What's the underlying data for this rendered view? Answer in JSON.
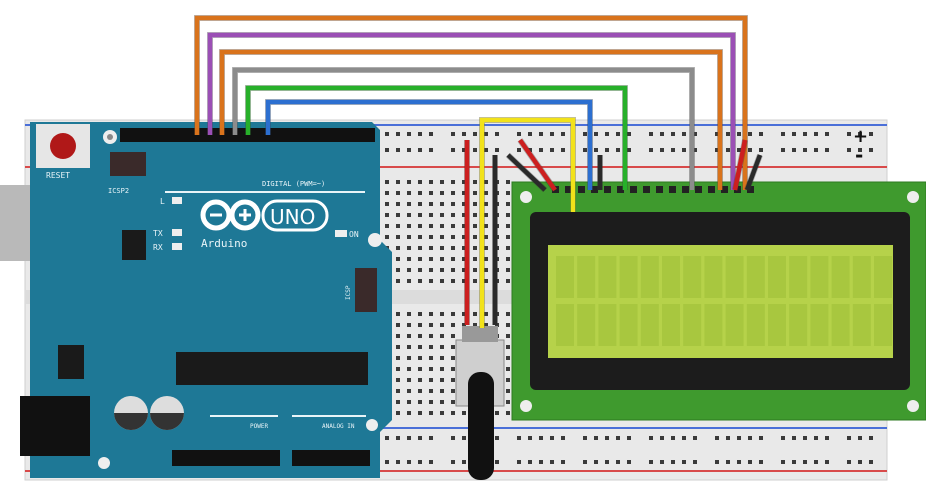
{
  "arduino": {
    "reset_label": "RESET",
    "icsp2_label": "ICSP2",
    "icsp_label": "ICSP",
    "led_l": "L",
    "led_tx": "TX",
    "led_rx": "RX",
    "led_on": "ON",
    "brand": "Arduino",
    "model": "UNO",
    "digital_label": "DIGITAL (PWM=~)",
    "power_label": "POWER",
    "analog_label": "ANALOG IN"
  },
  "breadboard": {
    "plus": "+",
    "minus": "-"
  },
  "colors": {
    "board": "#1e7896",
    "lcd_pcb": "#3f9a2e",
    "lcd_screen": "#b6d24a",
    "wire_orange": "#d9731c",
    "wire_purple": "#9b4fb5",
    "wire_gray": "#8c8c8c",
    "wire_green": "#27b02a",
    "wire_blue": "#2c6fd0",
    "wire_yellow": "#f2e21a",
    "wire_red": "#cc1f1f",
    "wire_black": "#2a2a2a"
  }
}
